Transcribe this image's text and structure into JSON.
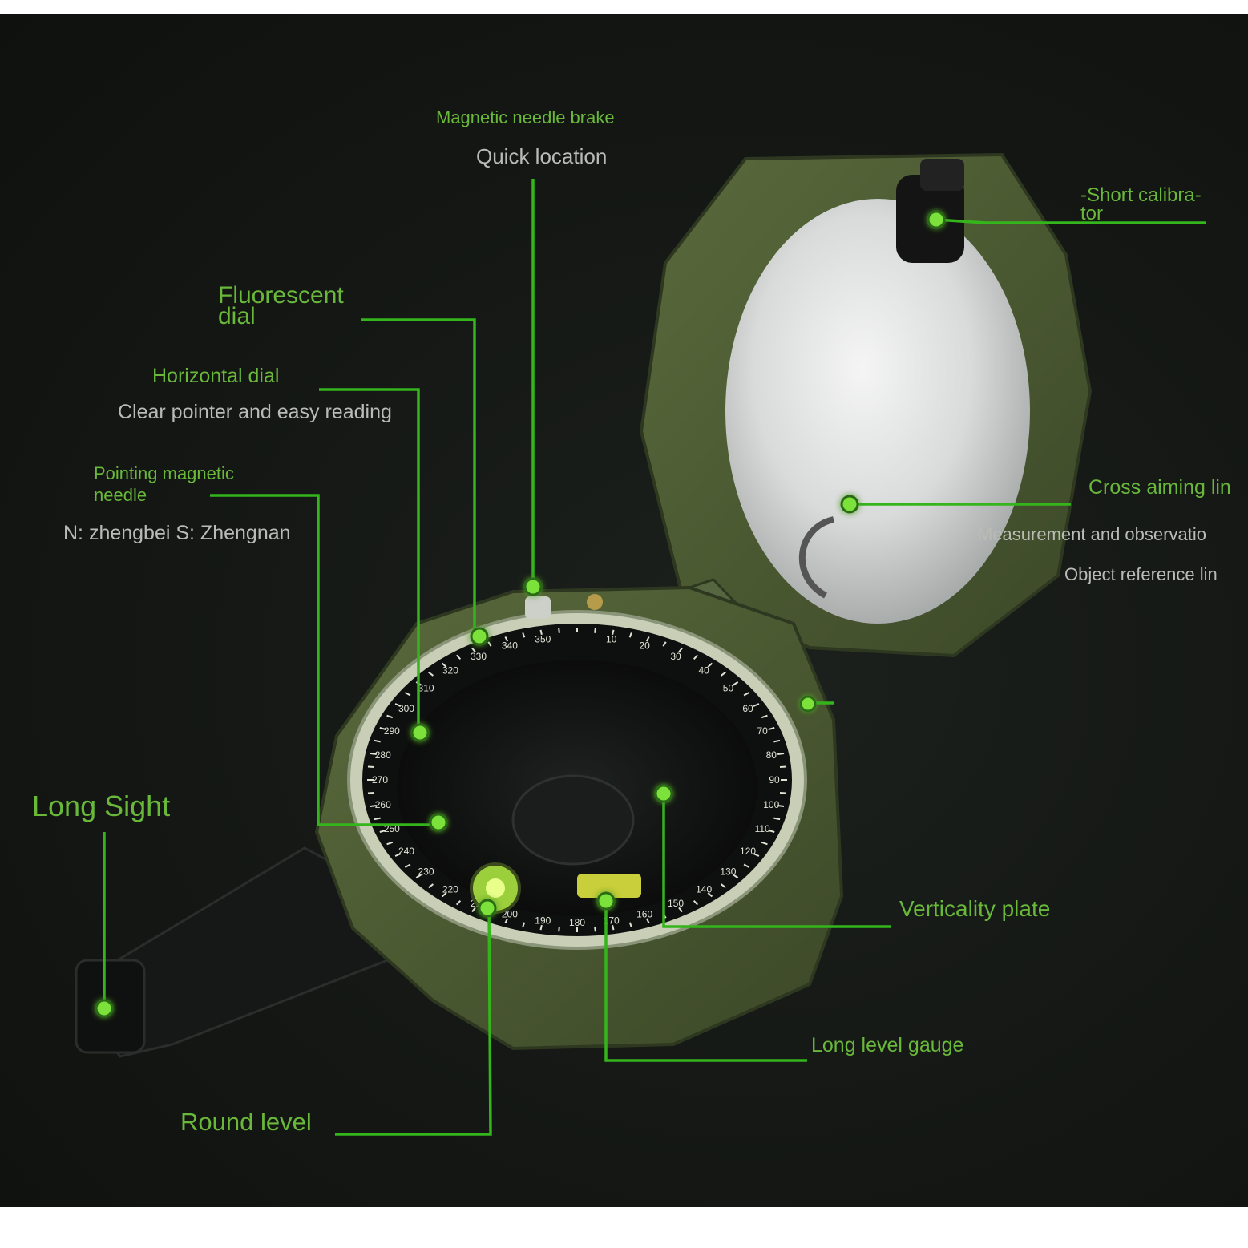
{
  "colors": {
    "background": "#141714",
    "label_green": "#69b83a",
    "label_grey": "#b9bcb6",
    "leader_line": "#34b51c",
    "dot": "#7be23a",
    "compass_body": "#4b5a33"
  },
  "labels": {
    "magnetic_needle_brake": "Magnetic needle brake",
    "quick_location": "Quick location",
    "short_calibrator_1": "-Short calibra-",
    "short_calibrator_2": "tor",
    "fluorescent_dial_1": "Fluorescent",
    "fluorescent_dial_2": "dial",
    "horizontal_dial": "Horizontal dial",
    "clear_pointer": "Clear pointer and easy reading",
    "pointing_needle_1": "Pointing magnetic",
    "pointing_needle_2": "needle",
    "north_south": "N: zhengbei S: Zhengnan",
    "cross_aiming": "Cross aiming lin",
    "measurement": "Measurement and observatio",
    "object_reference": "Object reference lin",
    "long_sight": "Long Sight",
    "verticality_plate": "Verticality plate",
    "long_level_gauge": "Long level gauge",
    "round_level": "Round level"
  },
  "dial_numbers": [
    "10",
    "20",
    "30",
    "40",
    "50",
    "60",
    "70",
    "80",
    "90",
    "100",
    "110",
    "120",
    "130",
    "140",
    "150",
    "160",
    "170",
    "180",
    "190",
    "200",
    "210",
    "220",
    "230",
    "240",
    "250",
    "260",
    "270",
    "280",
    "290",
    "300",
    "310",
    "320",
    "330",
    "340",
    "350"
  ]
}
